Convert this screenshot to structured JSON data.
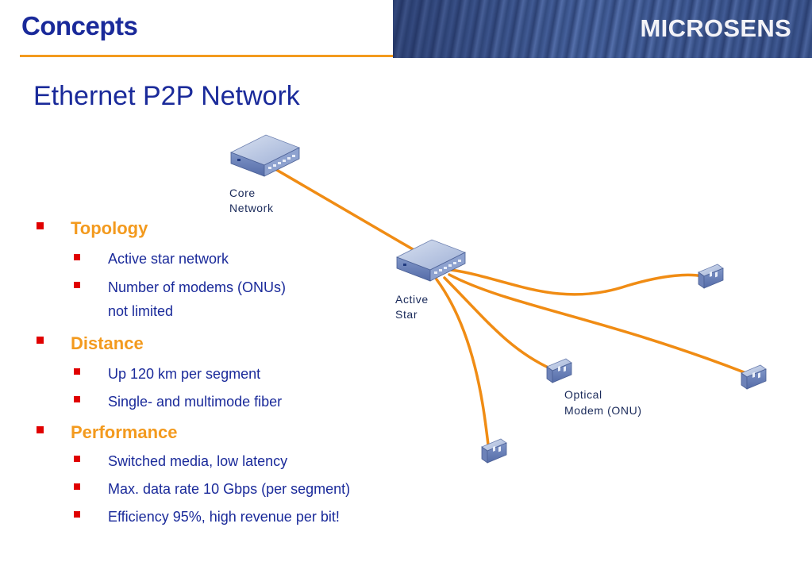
{
  "header": {
    "title": "Concepts",
    "brand": "MICROSENS",
    "accent_color": "#f39a1e",
    "title_color": "#1a2a9a"
  },
  "slide": {
    "title": "Ethernet P2P Network"
  },
  "sections": [
    {
      "heading": "Topology",
      "items": [
        "Active star network",
        "Number of modems (ONUs)",
        "not limited"
      ]
    },
    {
      "heading": "Distance",
      "items": [
        "Up 120 km per segment",
        "Single- and multimode fiber"
      ]
    },
    {
      "heading": "Performance",
      "items": [
        "Switched media, low latency",
        "Max. data rate 10 Gbps (per segment)",
        "Efficiency 95%, high revenue per bit!"
      ]
    }
  ],
  "diagram": {
    "core_label": [
      "Core",
      "Network"
    ],
    "star_label": [
      "Active",
      "Star"
    ],
    "modem_label": [
      "Optical",
      "Modem (ONU)"
    ],
    "fiber_color": "#f08c14",
    "device_icon": "network-switch-icon",
    "modem_icon": "optical-modem-icon"
  }
}
